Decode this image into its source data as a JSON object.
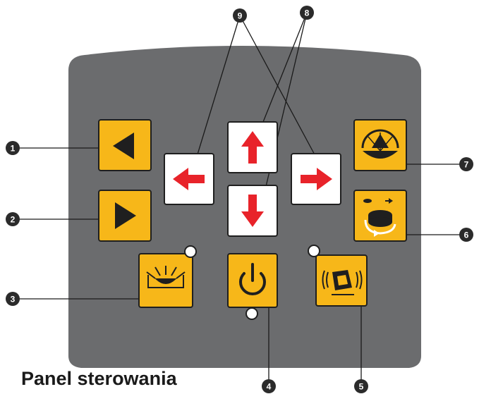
{
  "title": "Panel sterowania",
  "callouts": [
    "1",
    "2",
    "3",
    "4",
    "5",
    "6",
    "7",
    "8",
    "9"
  ],
  "colors": {
    "panel": "#6b6c6e",
    "button_yellow": "#f7b719",
    "button_white": "#ffffff",
    "arrow_red": "#e8232a",
    "glyph_dark": "#1f1f1f",
    "callout_fill": "#2b2b2b",
    "led": "#ffffff"
  },
  "buttons": [
    {
      "id": "button-1",
      "icon": "triangle-left-icon",
      "style": "yellow"
    },
    {
      "id": "button-2",
      "icon": "triangle-right-icon",
      "style": "yellow"
    },
    {
      "id": "button-3",
      "icon": "beam-light-icon",
      "style": "yellow"
    },
    {
      "id": "button-4",
      "icon": "power-icon",
      "style": "yellow"
    },
    {
      "id": "button-5",
      "icon": "vibrating-device-icon",
      "style": "yellow"
    },
    {
      "id": "button-6",
      "icon": "rotation-speed-icon",
      "style": "yellow"
    },
    {
      "id": "button-7",
      "icon": "scan-angle-icon",
      "style": "yellow"
    },
    {
      "id": "arrow-up",
      "icon": "arrow-up-icon",
      "style": "white"
    },
    {
      "id": "arrow-down",
      "icon": "arrow-down-icon",
      "style": "white"
    },
    {
      "id": "arrow-left",
      "icon": "arrow-left-icon",
      "style": "white"
    },
    {
      "id": "arrow-right",
      "icon": "arrow-right-icon",
      "style": "white"
    }
  ]
}
